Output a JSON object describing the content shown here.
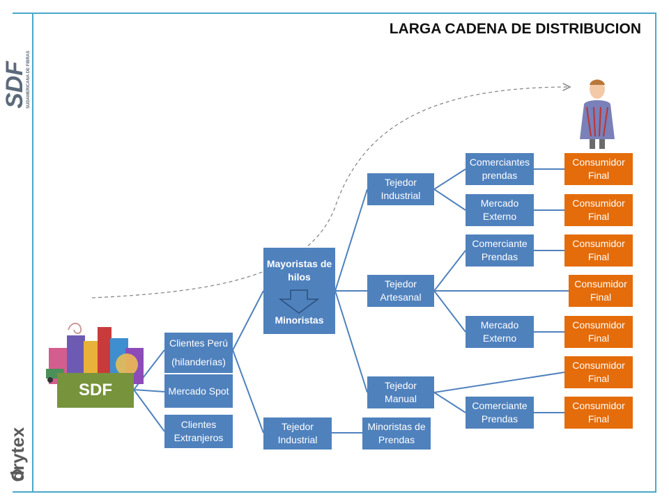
{
  "title": "LARGA CADENA DE  DISTRIBUCION",
  "colors": {
    "node_blue": "#4f81bd",
    "node_orange": "#e46c0a",
    "node_green": "#77933c",
    "frame": "#4aa7c8"
  },
  "nodes": {
    "sdf": "SDF",
    "clientes_peru": {
      "line1": "Clientes Perú",
      "line2": "(hilanderías)"
    },
    "mercado_spot": "Mercado Spot",
    "clientes_extranjeros": "Clientes Extranjeros",
    "mayoristas": "Mayoristas de hilos",
    "minoristas": "Minoristas",
    "tejedor_industrial_bottom": "Tejedor Industrial",
    "minoristas_prendas": "Minoristas de Prendas",
    "tejedor_industrial_top": "Tejedor Industrial",
    "tejedor_artesanal": "Tejedor Artesanal",
    "tejedor_manual": "Tejedor Manual",
    "comerciantes_prendas": "Comerciantes prendas",
    "mercado_externo_1": "Mercado Externo",
    "comerciante_prendas_1": "Comerciante Prendas",
    "mercado_externo_2": "Mercado Externo",
    "comerciante_prendas_2": "Comerciante Prendas",
    "consumidor_final": [
      "Consumidor Final",
      "Consumidor Final",
      "Consumidor Final",
      "Consumidor Final",
      "Consumidor Final",
      "Consumidor Final",
      "Consumidor Final"
    ]
  },
  "logos": {
    "sdf_brand": "SDF",
    "sdf_tagline": "SUDAMERICANA DE FIBRAS",
    "drytex": "drytex"
  }
}
